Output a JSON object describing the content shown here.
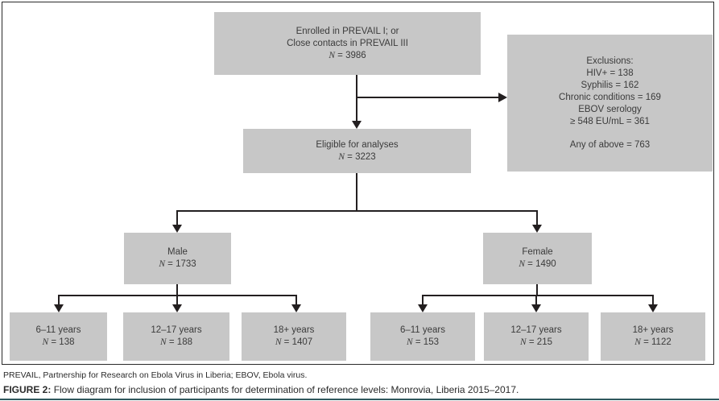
{
  "figure": {
    "footnote": "PREVAIL, Partnership for Research on Ebola Virus in Liberia; EBOV, Ebola virus.",
    "caption_label": "FIGURE 2:",
    "caption_text": "Flow diagram for inclusion of participants for determination of reference levels: Monrovia, Liberia 2015–2017."
  },
  "colors": {
    "box_fill": "#c7c7c7",
    "connector_line": "#231f20",
    "bottom_rule": "#2f575d"
  },
  "nodes": {
    "enrolled": {
      "lines": [
        "Enrolled in PREVAIL I; or",
        "Close contacts in PREVAIL III"
      ],
      "n_symbol": "N",
      "n_value": " = 3986"
    },
    "exclusions": {
      "lines": [
        "Exclusions:",
        "HIV+ = 138",
        "Syphilis = 162",
        "Chronic conditions = 169",
        "EBOV serology",
        "≥ 548 EU/mL = 361"
      ],
      "total": "Any of above = 763"
    },
    "eligible": {
      "label": "Eligible for analyses",
      "n_symbol": "N",
      "n_value": " = 3223"
    },
    "male": {
      "label": "Male",
      "n_symbol": "N",
      "n_value": " = 1733"
    },
    "female": {
      "label": "Female",
      "n_symbol": "N",
      "n_value": " = 1490"
    },
    "male_6_11": {
      "label": "6–11 years",
      "n_symbol": "N",
      "n_value": " = 138"
    },
    "male_12_17": {
      "label": "12–17 years",
      "n_symbol": "N",
      "n_value": " = 188"
    },
    "male_18plus": {
      "label": "18+ years",
      "n_symbol": "N",
      "n_value": " = 1407"
    },
    "female_6_11": {
      "label": "6–11 years",
      "n_symbol": "N",
      "n_value": " = 153"
    },
    "female_12_17": {
      "label": "12–17 years",
      "n_symbol": "N",
      "n_value": " = 215"
    },
    "female_18plus": {
      "label": "18+ years",
      "n_symbol": "N",
      "n_value": " = 1122"
    }
  }
}
